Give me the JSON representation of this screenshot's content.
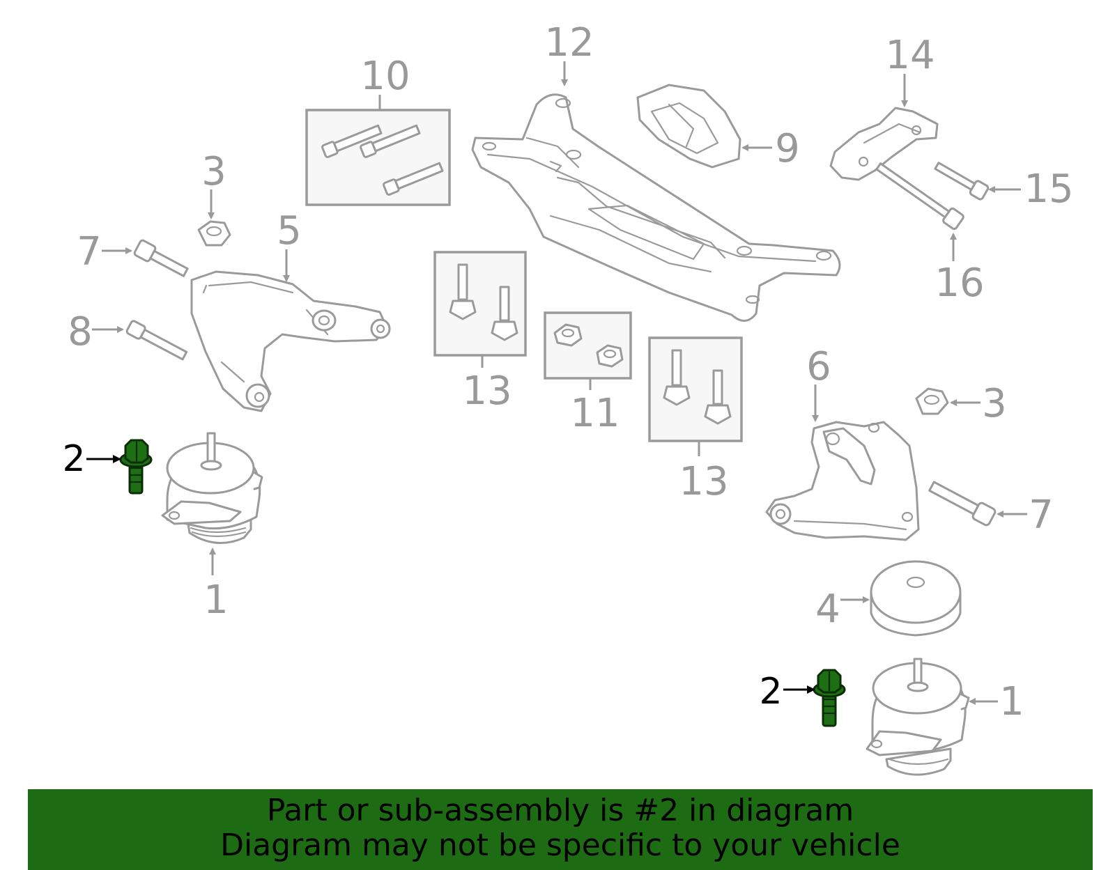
{
  "diagram": {
    "callouts": [
      {
        "id": "c12",
        "label": "12"
      },
      {
        "id": "c10",
        "label": "10"
      },
      {
        "id": "c14",
        "label": "14"
      },
      {
        "id": "c9",
        "label": "9"
      },
      {
        "id": "c15",
        "label": "15"
      },
      {
        "id": "c16",
        "label": "16"
      },
      {
        "id": "c3a",
        "label": "3"
      },
      {
        "id": "c5",
        "label": "5"
      },
      {
        "id": "c7a",
        "label": "7"
      },
      {
        "id": "c8",
        "label": "8"
      },
      {
        "id": "c13a",
        "label": "13"
      },
      {
        "id": "c11",
        "label": "11"
      },
      {
        "id": "c13b",
        "label": "13"
      },
      {
        "id": "c6",
        "label": "6"
      },
      {
        "id": "c3b",
        "label": "3"
      },
      {
        "id": "c7b",
        "label": "7"
      },
      {
        "id": "c2a",
        "label": "2"
      },
      {
        "id": "c1a",
        "label": "1"
      },
      {
        "id": "c4",
        "label": "4"
      },
      {
        "id": "c2b",
        "label": "2"
      },
      {
        "id": "c1b",
        "label": "1"
      }
    ],
    "highlighted_part": "2",
    "highlight_color": "#1e6e14",
    "line_color": "#9a9a9a"
  },
  "banner": {
    "line1": "Part or sub-assembly is #2 in diagram",
    "line2": "Diagram may not be specific to your vehicle",
    "background": "#1d6b12"
  }
}
